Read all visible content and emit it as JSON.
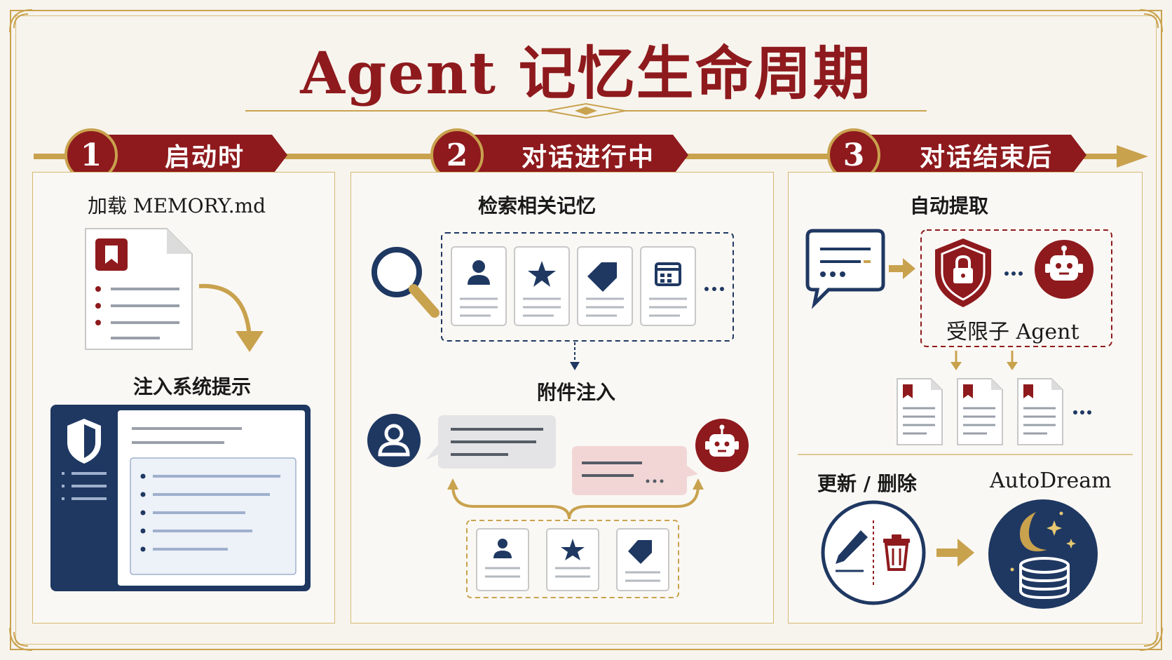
{
  "title": "Agent 记忆生命周期",
  "colors": {
    "crimson": "#8e1a1d",
    "navy": "#1f3862",
    "gold": "#c9a24e"
  },
  "steps": [
    {
      "number": "1",
      "label": "启动时"
    },
    {
      "number": "2",
      "label": "对话进行中"
    },
    {
      "number": "3",
      "label": "对话结束后"
    }
  ],
  "panel1": {
    "load_label": "加载 MEMORY.md",
    "inject_label": "注入系统提示"
  },
  "panel2": {
    "retrieve_label": "检索相关记忆",
    "attach_label": "附件注入",
    "ellipsis": "..."
  },
  "panel3": {
    "extract_label": "自动提取",
    "sub_agent_label": "受限子 Agent",
    "update_label": "更新 / 删除",
    "autodream_label": "AutoDream",
    "ellipsis": "..."
  },
  "icons": [
    "bookmark-icon",
    "shield-icon",
    "search-icon",
    "person-icon",
    "star-icon",
    "tag-icon",
    "calendar-icon",
    "robot-icon",
    "chat-icon",
    "lock-shield-icon",
    "pencil-icon",
    "trash-icon",
    "moon-stars-icon",
    "database-icon"
  ]
}
